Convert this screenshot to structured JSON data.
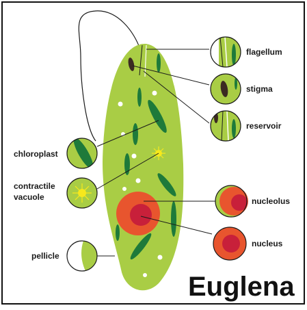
{
  "title": "Euglena",
  "labels": {
    "flagellum": "flagellum",
    "stigma": "stigma",
    "reservoir": "reservoir",
    "chloroplast": "chloroplast",
    "contractile_line1": "contractile",
    "contractile_line2": "vacuole",
    "nucleolus": "nucleolus",
    "nucleus": "nucleus",
    "pellicle": "pellicle"
  },
  "colors": {
    "cell_body": "#a9cd45",
    "chloroplast": "#1e7a3a",
    "nucleus_outer": "#e8552e",
    "nucleolus": "#c8203a",
    "stigma": "#3b2a22",
    "vacuole": "#f6e81c",
    "outline": "#1a1a1a"
  }
}
